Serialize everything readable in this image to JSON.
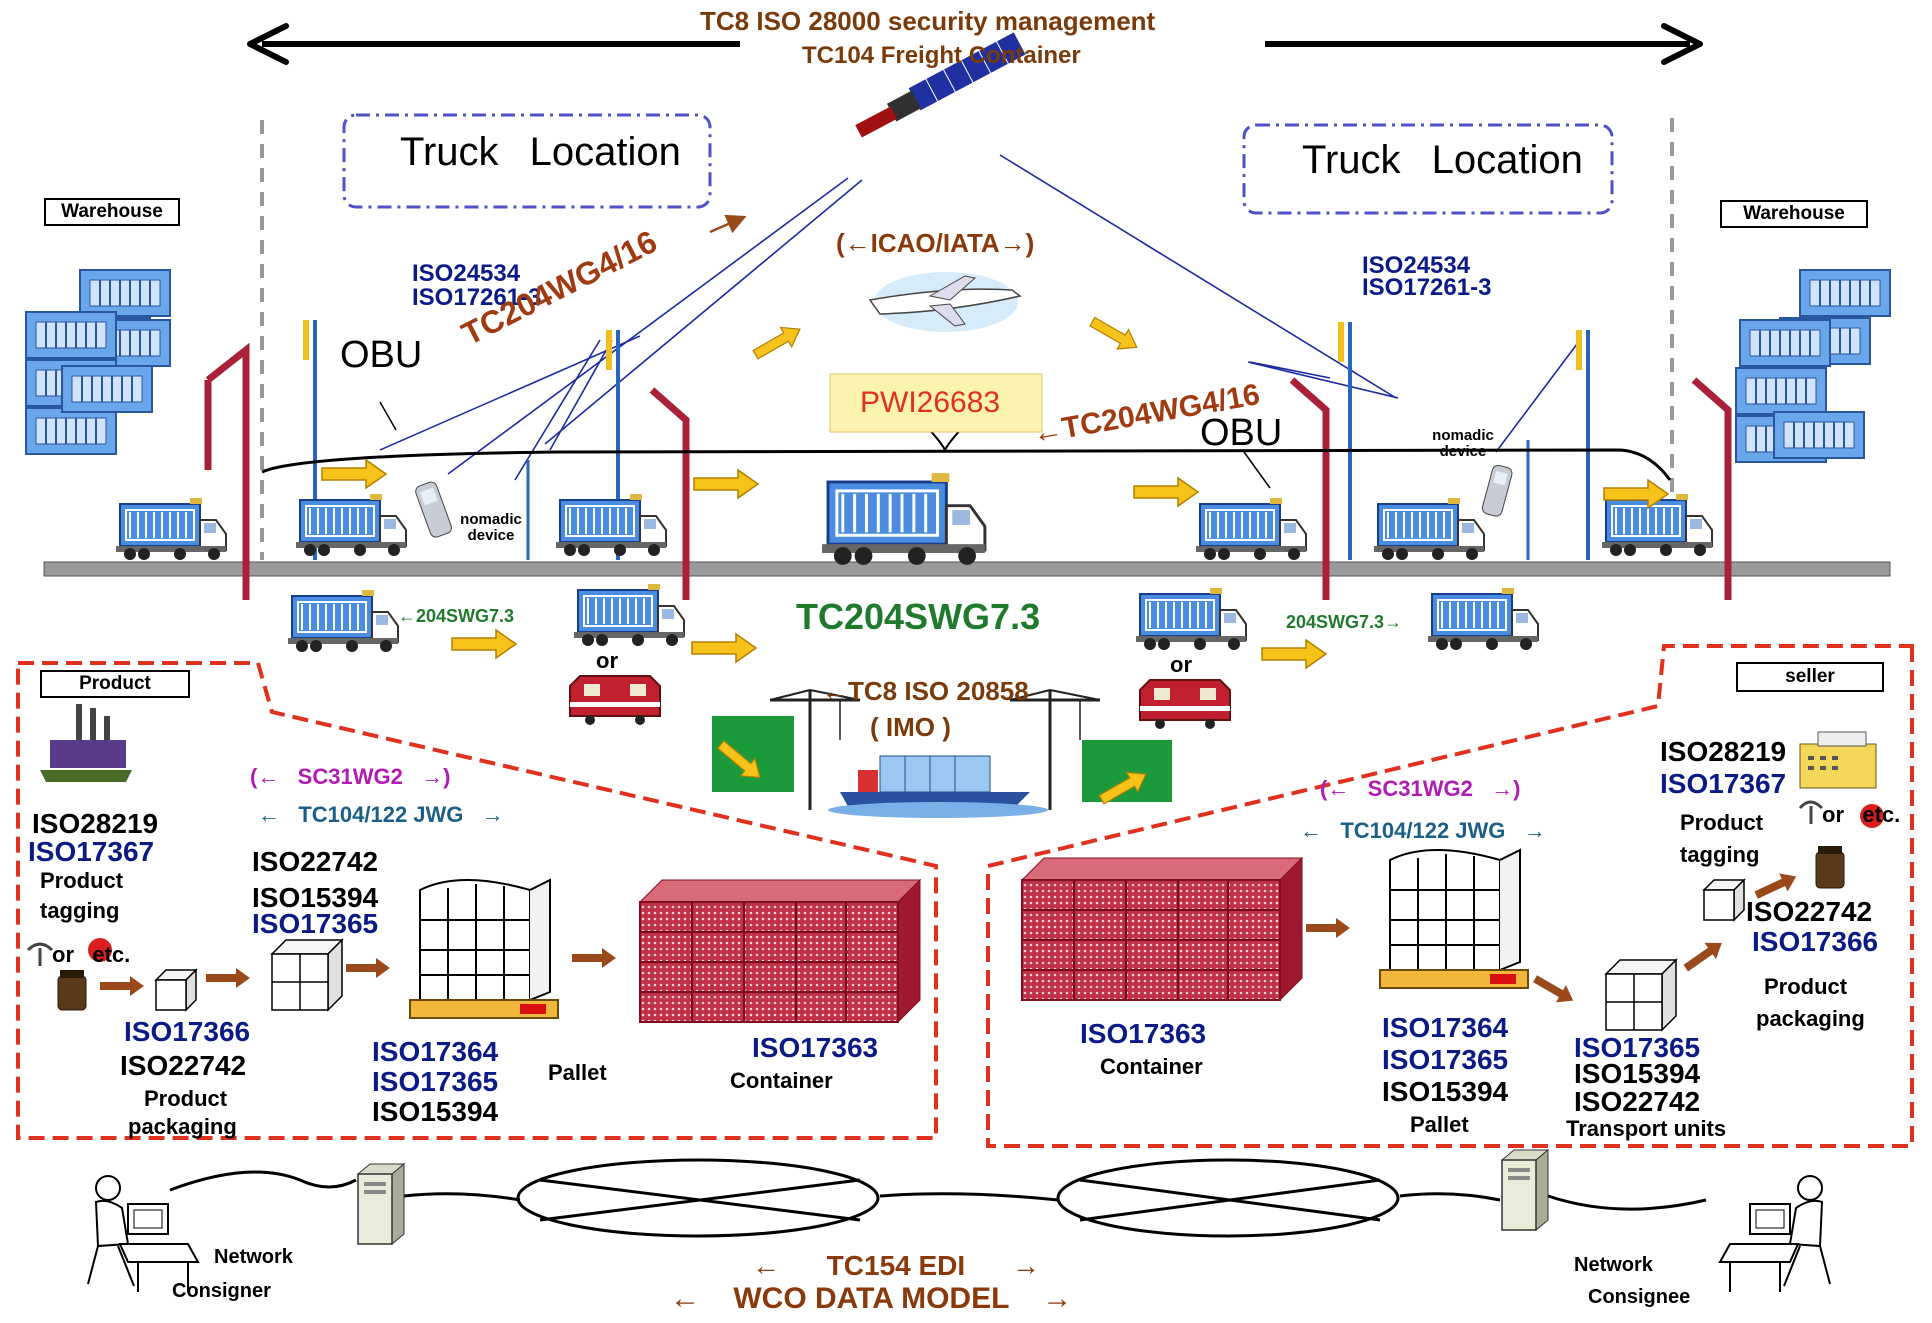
{
  "header": {
    "line1": "TC8 ISO 28000 security management",
    "line2": "TC104 Freight Container"
  },
  "truck_location_left": "Truck Location",
  "truck_location_right": "Truck Location",
  "warehouse_left": "Warehouse",
  "warehouse_right": "Warehouse",
  "icao": "(←ICAO/IATA→)",
  "iso_left": [
    "ISO24534",
    "ISO17261-3"
  ],
  "iso_right": [
    "ISO24534",
    "ISO17261-3"
  ],
  "tc204_left": "TC204WG4/16",
  "tc204_right": "←TC204WG4/16",
  "obu_left": "OBU",
  "obu_right": "OBU",
  "pwi": "PWI26683",
  "nomadic_left": "nomadic device",
  "nomadic_right": "nomadic device",
  "swg_left": "←204SWG7.3",
  "swg_right": "204SWG7.3→",
  "swg_center": "TC204SWG7.3",
  "or1": "or",
  "or2": "or",
  "tc8_imo": "←TC8 ISO 20858",
  "imo": "( IMO )",
  "product_label": "Product",
  "seller_label": "seller",
  "sc31_left": "(←   SC31WG2   →)",
  "tc104_left": "←   TC104/122 JWG   →",
  "sc31_right": "(←   SC31WG2   →)",
  "tc104_right": "←   TC104/122 JWG   →",
  "left": {
    "tag_iso1": "ISO28219",
    "tag_iso2": "ISO17367",
    "tag_desc1": "Product",
    "tag_desc2": "tagging",
    "or_etc": "or   etc.",
    "pkg_iso1": "ISO17366",
    "pkg_iso2": "ISO22742",
    "pkg_desc1": "Product",
    "pkg_desc2": "packaging",
    "tu_iso1": "ISO22742",
    "tu_iso2": "ISO15394",
    "tu_iso3": "ISO17365",
    "pal_iso1": "ISO17364",
    "pal_iso2": "ISO17365",
    "pal_iso3": "ISO15394",
    "pallet": "Pallet",
    "cont_iso": "ISO17363",
    "container": "Container"
  },
  "right": {
    "cont_iso": "ISO17363",
    "container": "Container",
    "pal_iso1": "ISO17364",
    "pal_iso2": "ISO17365",
    "pal_iso3": "ISO15394",
    "pallet": "Pallet",
    "tu_iso1": "ISO17365",
    "tu_iso2": "ISO15394",
    "tu_iso3": "ISO22742",
    "tu_desc": "Transport units",
    "tag_iso1": "ISO28219",
    "tag_iso2": "ISO17367",
    "tag_desc1": "Product",
    "tag_desc2": "tagging",
    "or_etc": "or   etc.",
    "pkg_iso1": "ISO22742",
    "pkg_iso2": "ISO17366",
    "pkg_desc1": "Product",
    "pkg_desc2": "packaging"
  },
  "network_left": [
    "Network",
    "Consigner"
  ],
  "network_right": [
    "Network",
    "Consignee"
  ],
  "edi": "←      TC154 EDI      →",
  "wco": "←    WCO DATA MODEL    →",
  "colors": {
    "navy": "#0b1b86",
    "brown": "#8a3a0a",
    "green": "#1f7a2c",
    "red_dash": "#e0301e",
    "container_red": "#a8203a",
    "truck_blue": "#4a8de0",
    "arrow_yellow": "#f7c21a"
  }
}
